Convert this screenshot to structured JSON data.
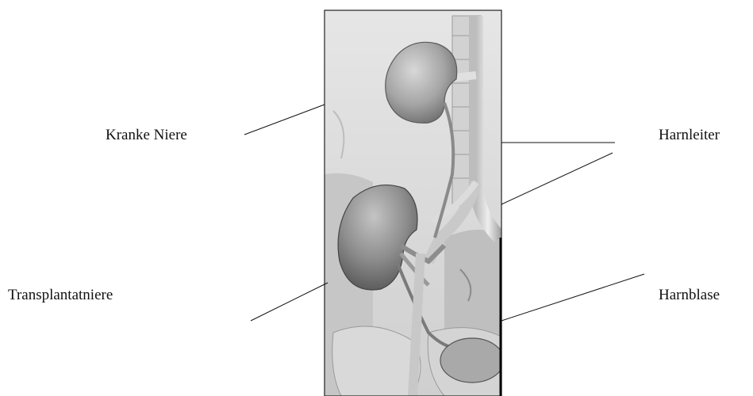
{
  "labels": {
    "diseased_kidney": "Kranke Niere",
    "transplant_kidney": "Transplantatniere",
    "ureter": "Harnleiter",
    "bladder": "Harnblase"
  },
  "colors": {
    "line": "#111111",
    "frame": "#222222",
    "background": "#ffffff"
  }
}
